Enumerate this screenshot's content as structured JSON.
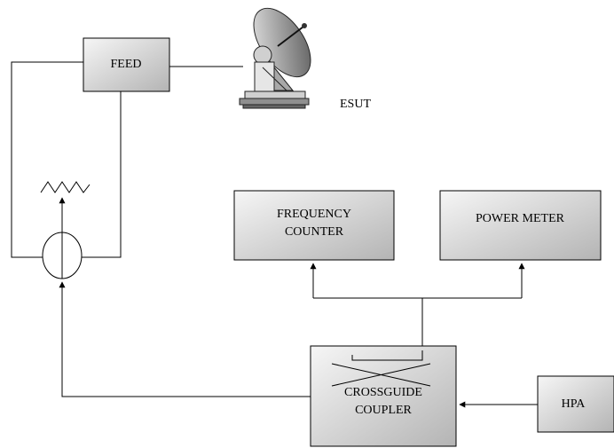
{
  "diagram": {
    "blocks": {
      "feed": "FEED",
      "esut": "ESUT",
      "frequency_counter_line1": "FREQUENCY",
      "frequency_counter_line2": "COUNTER",
      "power_meter": "POWER METER",
      "crossguide_line1": "CROSSGUIDE",
      "crossguide_line2": "COUPLER",
      "hpa": "HPA"
    },
    "colors": {
      "block_fill_light": "#f4f4f4",
      "block_fill_dark": "#b9b9b9",
      "line": "#000000"
    }
  }
}
